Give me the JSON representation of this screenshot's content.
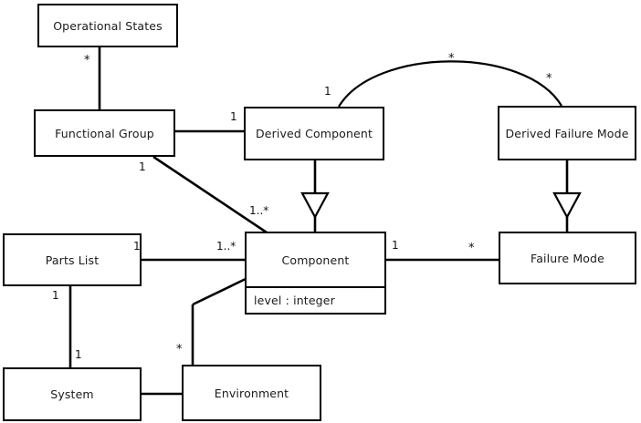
{
  "diagram": {
    "type": "uml-class-diagram",
    "title": "",
    "background_color": "#ffffff",
    "line_color": "#000000",
    "text_color": "#1a1a1a",
    "classes": [
      {
        "id": "operational-states",
        "name": "Operational States",
        "attributes": []
      },
      {
        "id": "functional-group",
        "name": "Functional Group",
        "attributes": []
      },
      {
        "id": "derived-component",
        "name": "Derived Component",
        "attributes": []
      },
      {
        "id": "derived-failure-mode",
        "name": "Derived Failure Mode",
        "attributes": []
      },
      {
        "id": "parts-list",
        "name": "Parts List",
        "attributes": []
      },
      {
        "id": "component",
        "name": "Component",
        "attributes": [
          "level : integer"
        ]
      },
      {
        "id": "failure-mode",
        "name": "Failure Mode",
        "attributes": []
      },
      {
        "id": "system",
        "name": "System",
        "attributes": []
      },
      {
        "id": "environment",
        "name": "Environment",
        "attributes": []
      }
    ],
    "relationships": [
      {
        "id": "rel-opstates-funcgroup",
        "from": "operational-states",
        "to": "functional-group",
        "kind": "association",
        "from_multiplicity": "*",
        "to_multiplicity": ""
      },
      {
        "id": "rel-funcgroup-derivedcomp",
        "from": "functional-group",
        "to": "derived-component",
        "kind": "association",
        "from_multiplicity": "",
        "to_multiplicity": "1"
      },
      {
        "id": "rel-funcgroup-component",
        "from": "functional-group",
        "to": "component",
        "kind": "association",
        "from_multiplicity": "1",
        "to_multiplicity": "1..*"
      },
      {
        "id": "rel-derivedcomp-dfm",
        "from": "derived-component",
        "to": "derived-failure-mode",
        "kind": "association",
        "from_multiplicity": "1",
        "to_multiplicity": "*",
        "mid_multiplicity": "*"
      },
      {
        "id": "rel-derivedcomp-comp",
        "from": "derived-component",
        "to": "component",
        "kind": "generalization",
        "from_multiplicity": "",
        "to_multiplicity": ""
      },
      {
        "id": "rel-dfm-failuremode",
        "from": "derived-failure-mode",
        "to": "failure-mode",
        "kind": "generalization",
        "from_multiplicity": "",
        "to_multiplicity": ""
      },
      {
        "id": "rel-partslist-component",
        "from": "parts-list",
        "to": "component",
        "kind": "association",
        "from_multiplicity": "1",
        "to_multiplicity": "1..*"
      },
      {
        "id": "rel-partslist-system",
        "from": "parts-list",
        "to": "system",
        "kind": "association",
        "from_multiplicity": "1",
        "to_multiplicity": "1"
      },
      {
        "id": "rel-system-environment",
        "from": "system",
        "to": "environment",
        "kind": "association",
        "from_multiplicity": "",
        "to_multiplicity": ""
      },
      {
        "id": "rel-environment-component",
        "from": "environment",
        "to": "component",
        "kind": "association",
        "from_multiplicity": "*",
        "to_multiplicity": ""
      }
    ],
    "multiplicity_labels": [
      {
        "id": "mult-opstates-funcgroup-star",
        "text": "*"
      },
      {
        "id": "mult-funcgroup-derivedcomp-one",
        "text": "1"
      },
      {
        "id": "mult-funcgroup-diagonal-one",
        "text": "1"
      },
      {
        "id": "mult-funcgroup-component-many",
        "text": "1..*"
      },
      {
        "id": "mult-derivedcomp-arc-one",
        "text": "1"
      },
      {
        "id": "mult-arc-apex-star",
        "text": "*"
      },
      {
        "id": "mult-dfm-arc-star",
        "text": "*"
      },
      {
        "id": "mult-partslist-right-one",
        "text": "1"
      },
      {
        "id": "mult-component-left-many",
        "text": "1..*"
      },
      {
        "id": "mult-component-right-one",
        "text": "1"
      },
      {
        "id": "mult-failuremode-left-star",
        "text": "*"
      },
      {
        "id": "mult-partslist-down-one",
        "text": "1"
      },
      {
        "id": "mult-system-up-one",
        "text": "1"
      },
      {
        "id": "mult-environment-up-star",
        "text": "*"
      }
    ]
  }
}
